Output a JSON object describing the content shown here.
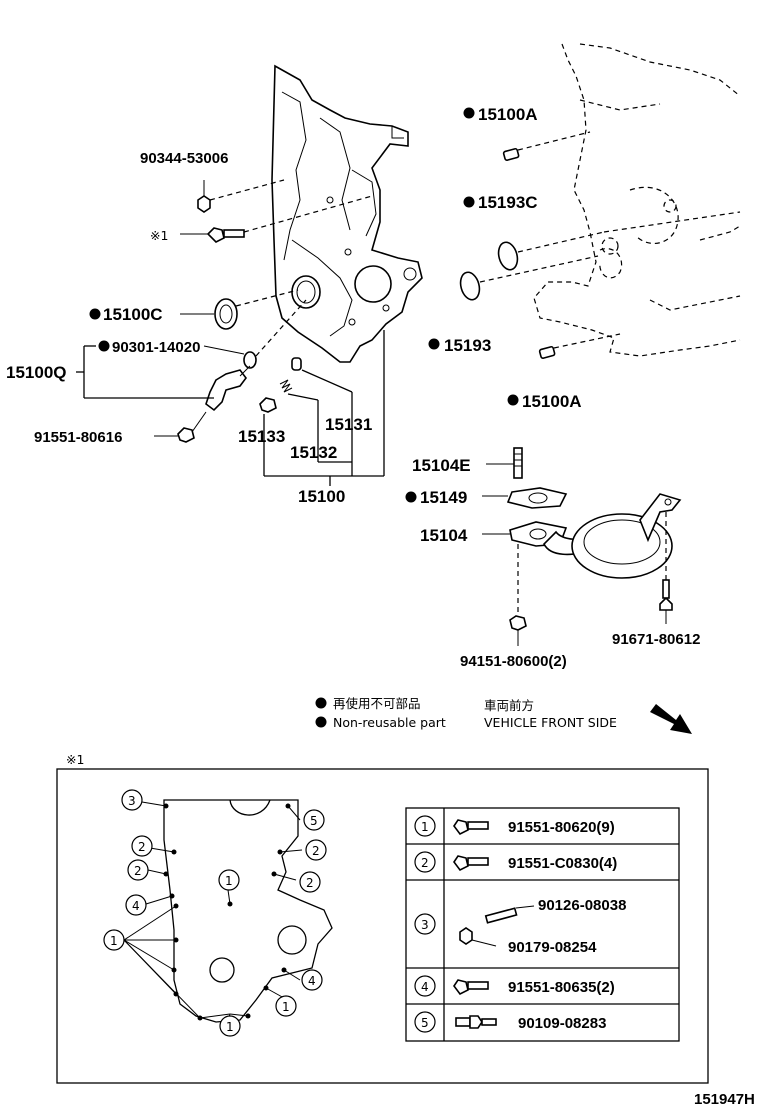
{
  "parts": {
    "p90344": "90344-53006",
    "ref_x1": "※1",
    "p15100C": "15100C",
    "p15100Q": "15100Q",
    "p90301": "90301-14020",
    "p91551_616": "91551-80616",
    "p15133": "15133",
    "p15131": "15131",
    "p15132": "15132",
    "p15100": "15100",
    "p15100A_top": "15100A",
    "p15193C": "15193C",
    "p15193": "15193",
    "p15100A_bot": "15100A",
    "p15104E": "15104E",
    "p15149": "15149",
    "p15104": "15104",
    "p94151": "94151-80600(2)",
    "p91671": "91671-80612"
  },
  "legend": {
    "non_reusable_jp": "再使用不可部品",
    "non_reusable_en": "Non-reusable part",
    "front_jp": "車両前方",
    "front_en": "VEHICLE FRONT SIDE"
  },
  "detail": {
    "label": "※1",
    "callouts": [
      "1",
      "2",
      "3",
      "4",
      "5"
    ],
    "table": [
      {
        "num": "1",
        "parts": [
          "91551-80620(9)"
        ]
      },
      {
        "num": "2",
        "parts": [
          "91551-C0830(4)"
        ]
      },
      {
        "num": "3",
        "parts": [
          "90126-08038",
          "90179-08254"
        ]
      },
      {
        "num": "4",
        "parts": [
          "91551-80635(2)"
        ]
      },
      {
        "num": "5",
        "parts": [
          "90109-08283"
        ]
      }
    ]
  },
  "figure_id": "151947H"
}
